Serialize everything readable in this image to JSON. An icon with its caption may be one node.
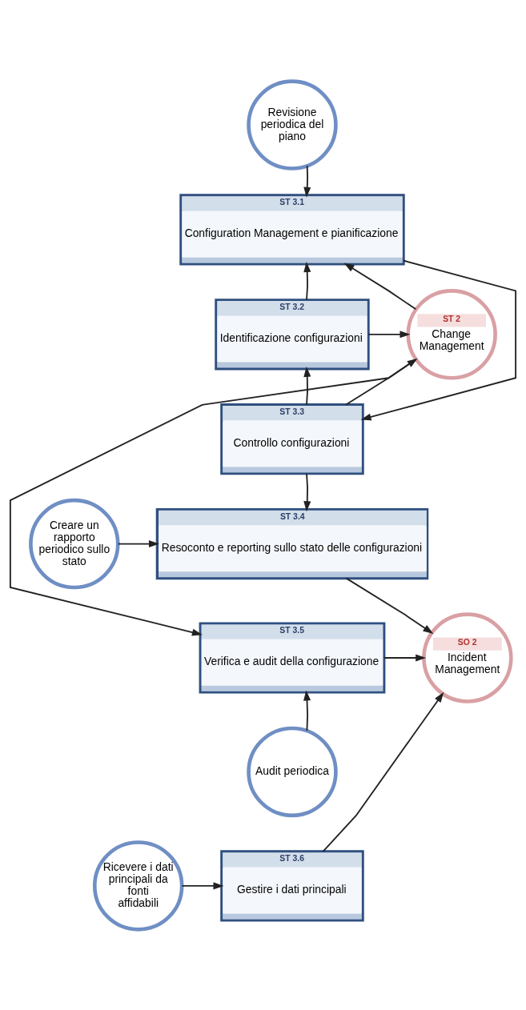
{
  "diagram": {
    "nodes": [
      {
        "text": [
          "Revisione periodica del piano"
        ]
      },
      {
        "text": [
          "ST 3.1",
          "Configuration Management e pianificazione"
        ]
      },
      {
        "text": [
          "ST 2",
          "Change Management"
        ]
      },
      {
        "text": [
          "ST 3.2",
          "Identificazione configurazioni"
        ]
      },
      {
        "text": [
          "ST 3.3",
          "Controllo configurazioni"
        ]
      },
      {
        "text": [
          "Creare un rapporto periodico sullo stato"
        ]
      },
      {
        "text": [
          "ST 3.4",
          "Resoconto e reporting sullo stato delle configurazioni"
        ]
      },
      {
        "text": [
          "ST 3.5",
          "Verifica e audit della configurazione"
        ]
      },
      {
        "text": [
          "SO 2",
          "Incident Management"
        ]
      },
      {
        "text": [
          "Audit periodica"
        ]
      },
      {
        "text": [
          "Ricevere i dati principali da fonti affidabili"
        ]
      },
      {
        "text": [
          "ST 3.6",
          "Gestire i dati principali"
        ]
      }
    ],
    "edges": [
      {
        "from": 0,
        "to": 1,
        "arrow": "to"
      },
      {
        "from": 2,
        "to": 1,
        "arrow": "to"
      },
      {
        "from": 1,
        "to": 4,
        "arrow": "to"
      },
      {
        "from": 3,
        "to": 1,
        "arrow": "to"
      },
      {
        "from": 3,
        "to": 2,
        "arrow": "to"
      },
      {
        "from": 4,
        "to": 3,
        "arrow": "to"
      },
      {
        "from": 4,
        "to": 2,
        "arrow": "to"
      },
      {
        "from": 4,
        "to": 6,
        "arrow": "to"
      },
      {
        "from": 5,
        "to": 6,
        "arrow": "to"
      },
      {
        "from": 2,
        "to": 7,
        "arrow": "to"
      },
      {
        "from": 6,
        "to": 8,
        "arrow": "to"
      },
      {
        "from": 7,
        "to": 8,
        "arrow": "to"
      },
      {
        "from": 9,
        "to": 7,
        "arrow": "to"
      },
      {
        "from": 10,
        "to": 11,
        "arrow": "to"
      },
      {
        "from": 11,
        "to": 8,
        "arrow": "to"
      }
    ]
  }
}
